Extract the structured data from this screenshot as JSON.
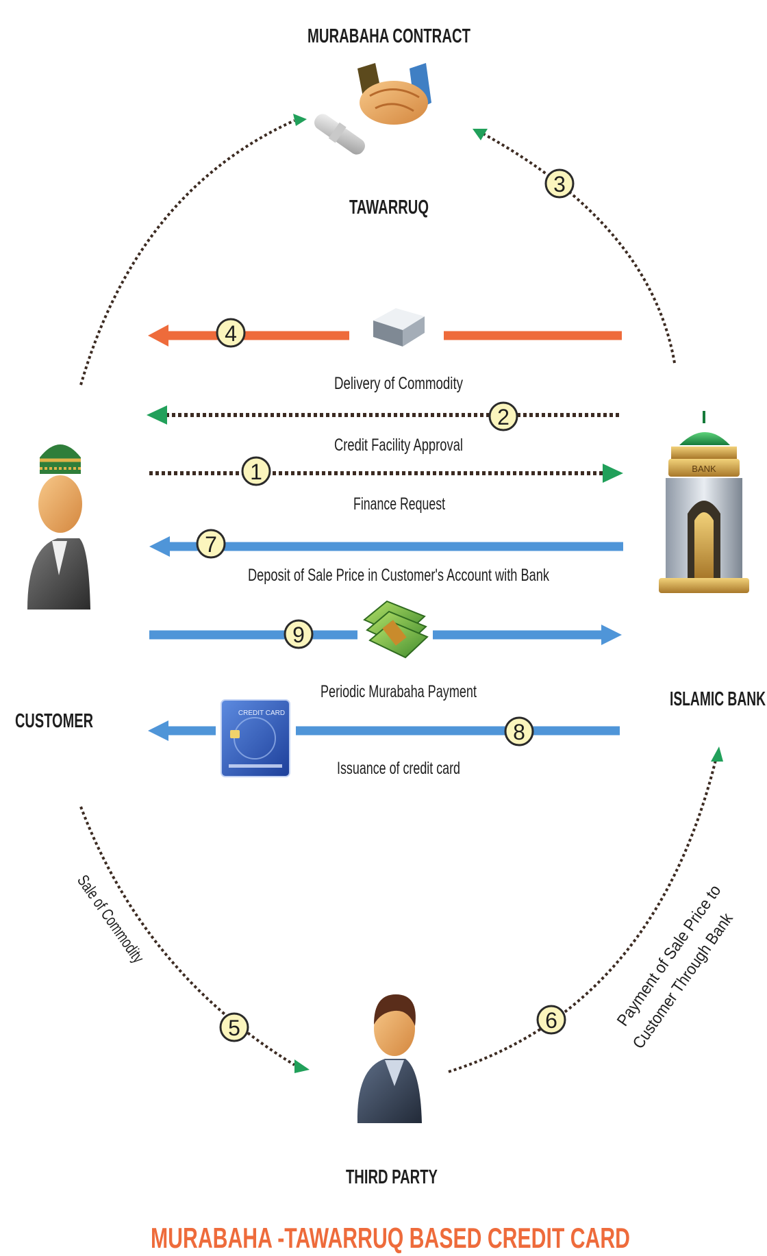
{
  "nodes": {
    "contract_top": "MURABAHA CONTRACT",
    "contract_bottom": "TAWARRUQ",
    "customer": "CUSTOMER",
    "bank": "ISLAMIC BANK",
    "bank_sign": "BANK",
    "third_party": "THIRD PARTY",
    "card_text": "CREDIT CARD"
  },
  "flows": {
    "f1": {
      "step": "1",
      "label": "Finance Request"
    },
    "f2": {
      "step": "2",
      "label": "Credit Facility Approval"
    },
    "f3": {
      "step": "3"
    },
    "f4": {
      "step": "4",
      "label": "Delivery of Commodity"
    },
    "f5": {
      "step": "5",
      "label": "Sale of Commodity"
    },
    "f6": {
      "step": "6",
      "label_line1": "Payment of Sale Price to",
      "label_line2": "Customer Through Bank"
    },
    "f7": {
      "step": "7",
      "label": "Deposit of Sale Price in  Customer's Account with Bank"
    },
    "f8": {
      "step": "8",
      "label": "Issuance of credit card"
    },
    "f9": {
      "step": "9",
      "label": "Periodic Murabaha Payment"
    }
  },
  "title": "MURABAHA -TAWARRUQ BASED CREDIT CARD",
  "colors": {
    "orange": "#ee6b3b",
    "blue": "#4f95d8",
    "green": "#21a05a",
    "badge_fill": "#fbf5bd",
    "dotted": "#3c2b22",
    "title": "#ee6b3b"
  }
}
